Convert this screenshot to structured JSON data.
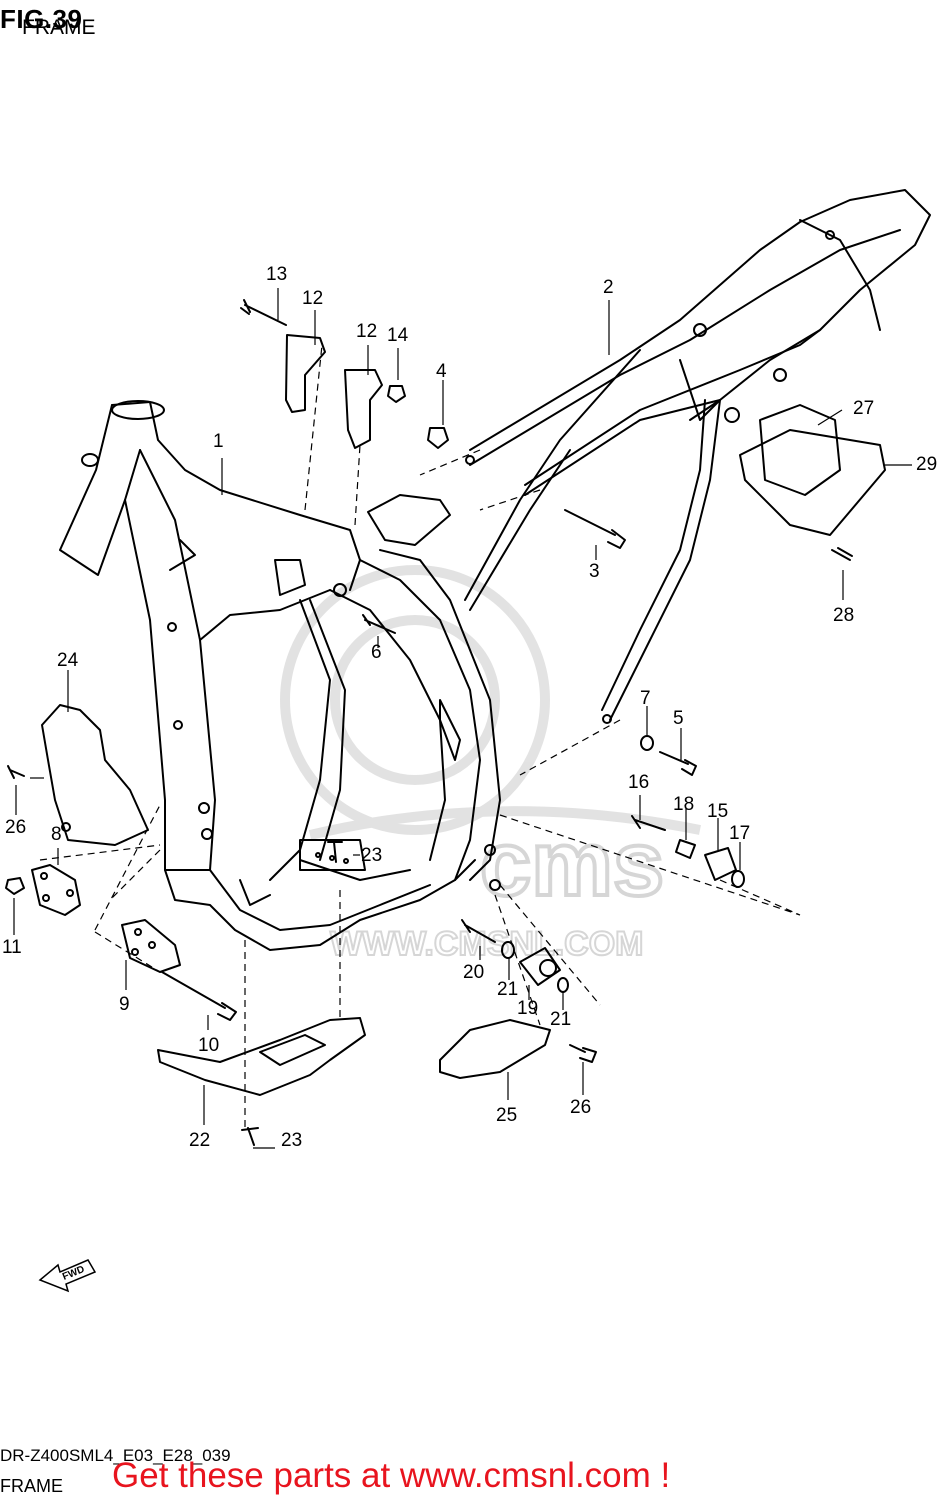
{
  "header": {
    "fig_label": "FIG.39",
    "title": "FRAME"
  },
  "watermark": {
    "brand_word": "cms",
    "url_text": "WWW.CMSNL.COM"
  },
  "fwd_arrow_label": "FWD",
  "callouts": {
    "c1": "1",
    "c2": "2",
    "c3": "3",
    "c4": "4",
    "c5": "5",
    "c6": "6",
    "c7": "7",
    "c8": "8",
    "c9": "9",
    "c10": "10",
    "c11": "11",
    "c12a": "12",
    "c12b": "12",
    "c13": "13",
    "c14": "14",
    "c15": "15",
    "c16": "16",
    "c17": "17",
    "c18": "18",
    "c19": "19",
    "c20": "20",
    "c21a": "21",
    "c21b": "21",
    "c22": "22",
    "c23a": "23",
    "c23b": "23",
    "c24": "24",
    "c25": "25",
    "c26a": "26",
    "c26b": "26",
    "c27": "27",
    "c28": "28",
    "c29": "29"
  },
  "footer": {
    "diagram_code": "DR-Z400SML4_E03_E28_039",
    "section_name": "FRAME",
    "promo_text": "Get these parts at www.cmsnl.com !"
  },
  "colors": {
    "line": "#000000",
    "promo": "#e8141e",
    "watermark": "#d9d9d9"
  }
}
